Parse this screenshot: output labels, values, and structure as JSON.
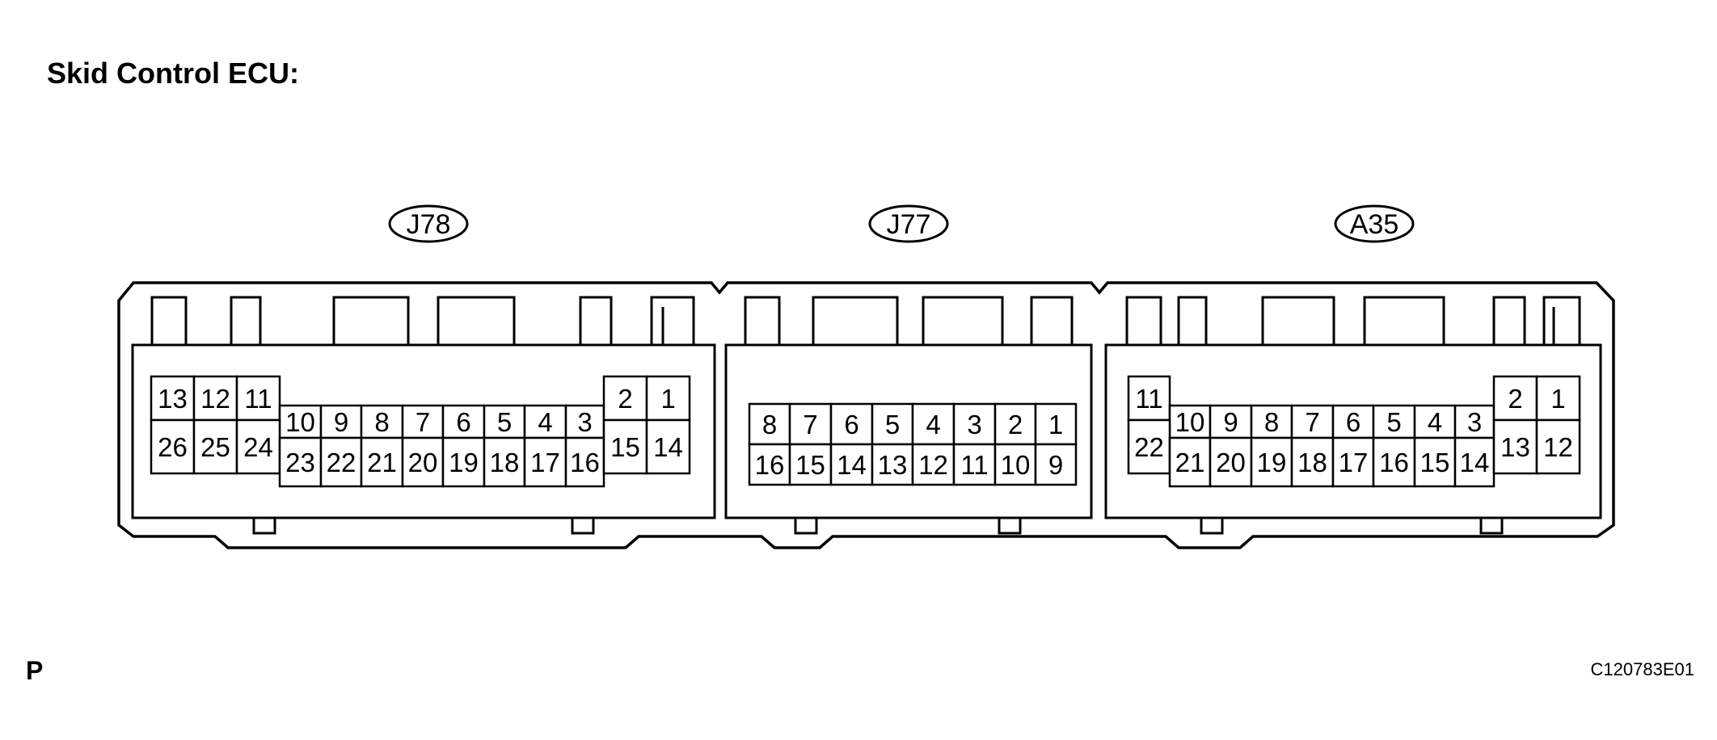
{
  "title": "Skid Control ECU:",
  "corner_label": "P",
  "figure_code": "C120783E01",
  "connectors": [
    {
      "label": "J78",
      "top_row": [
        "13",
        "12",
        "11",
        "10",
        "9",
        "8",
        "7",
        "6",
        "5",
        "4",
        "3",
        "2",
        "1"
      ],
      "bottom_row": [
        "26",
        "25",
        "24",
        "23",
        "22",
        "21",
        "20",
        "19",
        "18",
        "17",
        "16",
        "15",
        "14"
      ]
    },
    {
      "label": "J77",
      "top_row": [
        "8",
        "7",
        "6",
        "5",
        "4",
        "3",
        "2",
        "1"
      ],
      "bottom_row": [
        "16",
        "15",
        "14",
        "13",
        "12",
        "11",
        "10",
        "9"
      ]
    },
    {
      "label": "A35",
      "top_row": [
        "11",
        "10",
        "9",
        "8",
        "7",
        "6",
        "5",
        "4",
        "3",
        "2",
        "1"
      ],
      "bottom_row": [
        "22",
        "21",
        "20",
        "19",
        "18",
        "17",
        "16",
        "15",
        "14",
        "13",
        "12"
      ]
    }
  ]
}
